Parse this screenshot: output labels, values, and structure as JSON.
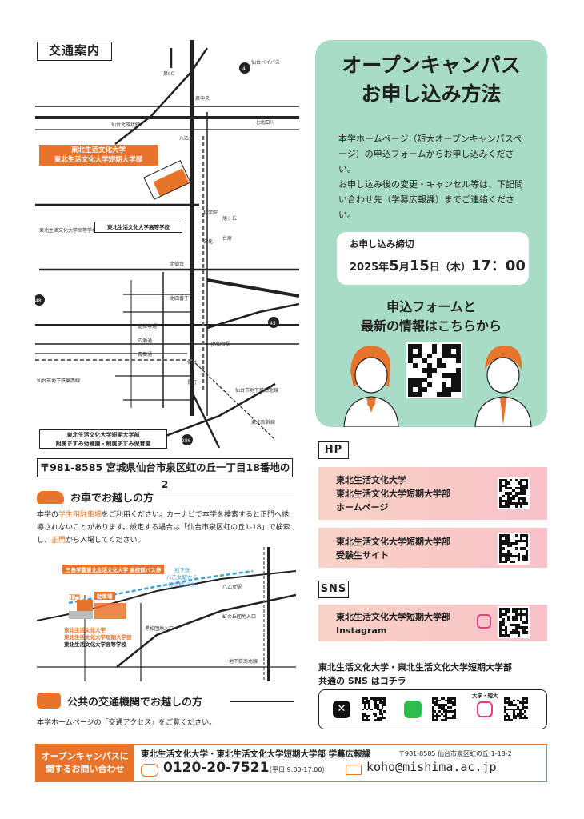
{
  "access": {
    "title": "交通案内",
    "address": "〒981-8585 宮城県仙台市泉区虹の丘一丁目18番地の2",
    "map_labels": {
      "university_line1": "東北生活文化大学",
      "university_line2": "東北生活文化大学短期大学部",
      "high_school": "東北生活文化大学高等学校",
      "kindergarten_line1": "東北生活文化大学短期大学部",
      "kindergarten_line2": "附属ますみ幼稚園・附属ますみ保育園",
      "izumi_ic": "泉I.C",
      "sendai_bypass": "仙台バイパス",
      "route4": "4",
      "route48": "48",
      "route45": "45",
      "route286": "286",
      "sendai_north_loop": "仙台北環状線",
      "shichikita": "七北田川",
      "jr_sendai": "JR仙台駅",
      "sendai_st": "仙台",
      "jozenji": "定禅寺通",
      "hirose": "広瀬通",
      "aoba": "青葉通",
      "subway_namboku": "仙台市地下鉄南北線",
      "subway_tozai": "仙台市地下鉄東西線",
      "hachiotome": "八乙女",
      "izumi_chuo": "泉中央",
      "kitasendai": "北仙台",
      "kotodai": "勾当台公園",
      "tohoku_shinkansen": "東北新幹線",
      "kagakukan": "科学館",
      "asahigaoka": "旭ヶ丘",
      "dainohara": "台原",
      "bunka": "文化",
      "kitayonbancho": "北四番丁",
      "nagamachi": "長町"
    }
  },
  "car": {
    "heading": "お車でお越しの方",
    "text_1": "本学の",
    "text_1_highlight": "学生用駐車場",
    "text_2": "をご利用ください。カーナビで本学を検索すると正門へ誘導されないことがあります。設定する場合は「仙台市泉区虹の丘1-18」で検索し、",
    "text_2_highlight": "正門",
    "text_3": "から入場してください。",
    "detail": {
      "bus_stop": "三島学園東北生活文化大学 高校前バス停",
      "walk_line1": "地下鉄",
      "walk_line2": "八乙女駅から",
      "walk_line3": "徒歩約20分",
      "main_gate": "正門",
      "parking": "駐車場",
      "campus_line1": "東北生活文化大学",
      "campus_line2": "東北生活文化大学短期大学部",
      "campus_line3": "東北生活文化大学高等学校",
      "hachiotome_station": "八乙女駅",
      "niji_entrance": "虹の丘団地入口",
      "kuromatsu": "黒松団地入口",
      "subway_label": "地下鉄南北線"
    }
  },
  "public": {
    "heading": "公共の交通機関でお越しの方",
    "text": "本学ホームページの「交通アクセス」をご覧ください。"
  },
  "apply": {
    "title_line1": "オープンキャンパス",
    "title_line2": "お申し込み方法",
    "body_1": "本学ホームページ（短大オープンキャンパスページ）の申込フォームからお申し込みください。",
    "body_2": "お申し込み後の変更・キャンセル等は、下記問い合わせ先（学募広報課）までご連絡ください。",
    "deadline_label": "お申し込み締切",
    "deadline_year": "2025年",
    "deadline_month": "5",
    "deadline_month_unit": "月",
    "deadline_day": "15",
    "deadline_day_unit": "日",
    "deadline_weekday": "（木）",
    "deadline_time": "17：00",
    "form_line1": "申込フォームと",
    "form_line2": "最新の情報はこちらから"
  },
  "hp": {
    "tag": "HP",
    "box1_line1": "東北生活文化大学",
    "box1_line2": "東北生活文化大学短期大学部",
    "box1_line3": "ホームページ",
    "box2_line1": "東北生活文化大学短期大学部",
    "box2_line2": "受験生サイト"
  },
  "sns": {
    "tag": "SNS",
    "box_line1": "東北生活文化大学短期大学部",
    "box_line2": "Instagram",
    "common_line1": "東北生活文化大学・東北生活文化大学短期大学部",
    "common_line2": "共通の SNS はコチラ",
    "insta_label": "大学・短大",
    "icons": [
      "x-icon",
      "line-icon",
      "instagram-icon"
    ]
  },
  "footer": {
    "label_line1": "オープンキャンパスに",
    "label_line2": "関するお問い合わせ",
    "org": "東北生活文化大学・東北生活文化大学短期大学部 学募広報課",
    "address": "〒981-8585 仙台市泉区虹の丘 1-18-2",
    "tel": "0120-20-7521",
    "hours": "（平日 9:00-17:00）",
    "email": "koho@mishima.ac.jp"
  },
  "colors": {
    "accent_orange": "#e8732a",
    "panel_green": "#a9dcc7",
    "pink": "#f8c8c8"
  }
}
